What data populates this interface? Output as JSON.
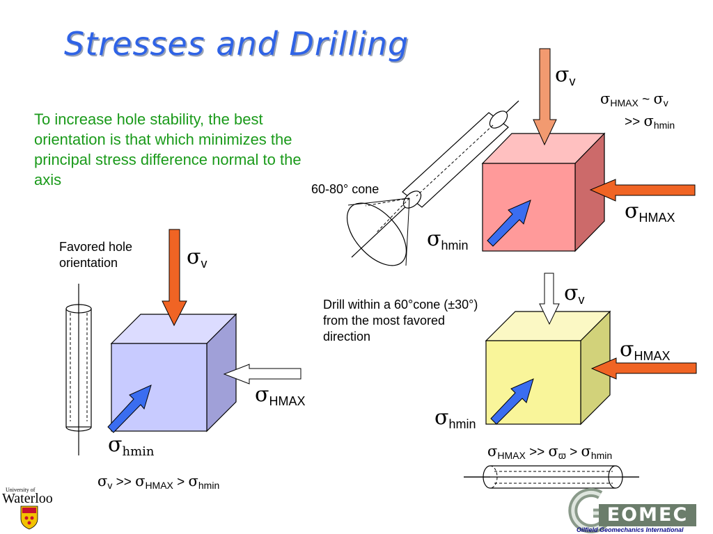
{
  "slide": {
    "title": "Stresses and Drilling",
    "intro": "To increase hole stability, the best orientation is that which minimizes the principal stress difference normal to the axis"
  },
  "left_diagram": {
    "caption": "Favored hole orientation",
    "sigma": "σ",
    "v_sub": "v",
    "hmax_sub": "HMAX",
    "hmin_sub": "hmin",
    "relation": {
      "a": "σ",
      "a_sub": "v",
      "op1": " >> ",
      "b": "σ",
      "b_sub": "HMAX",
      "op2": " > ",
      "c": "σ",
      "c_sub": "hmin"
    },
    "cube_color": "#c8cbff"
  },
  "top_right_diagram": {
    "cone_label": "60-80° cone",
    "relation_line1": {
      "a": "σ",
      "a_sub": "HMAX",
      "op": " ~ ",
      "b": "σ",
      "b_sub": "v"
    },
    "relation_line2": {
      "op": ">> ",
      "c": "σ",
      "c_sub": "hmin"
    },
    "sigma": "σ",
    "v_sub": "v",
    "hmax_sub": "HMAX",
    "hmin_sub": "hmin",
    "cube_color": "#ff9a9a"
  },
  "bottom_right_diagram": {
    "note": "Drill within a 60°cone (±30°) from the most favored direction",
    "sigma": "σ",
    "v_sub": "v",
    "hmax_sub": "HMAX",
    "hmin_sub": "hmin",
    "relation": {
      "a": "σ",
      "a_sub": "HMAX",
      "op1": " >> ",
      "b": "σ",
      "b_sub": "ϖ",
      "op2": " > ",
      "c": "σ",
      "c_sub": "hmin"
    },
    "cube_color": "#f9f59a"
  },
  "logos": {
    "uw_small": "University of",
    "uw_large": "Waterloo",
    "geomec": "EOMEC",
    "geomec_tagline": "Oilfield Geomechanics International"
  },
  "colors": {
    "title": "#2f63e6",
    "intro": "#1a9a1a",
    "arrow_orange": "#f06424",
    "arrow_salmon": "#f29a70",
    "arrow_blue": "#3a6df0"
  }
}
